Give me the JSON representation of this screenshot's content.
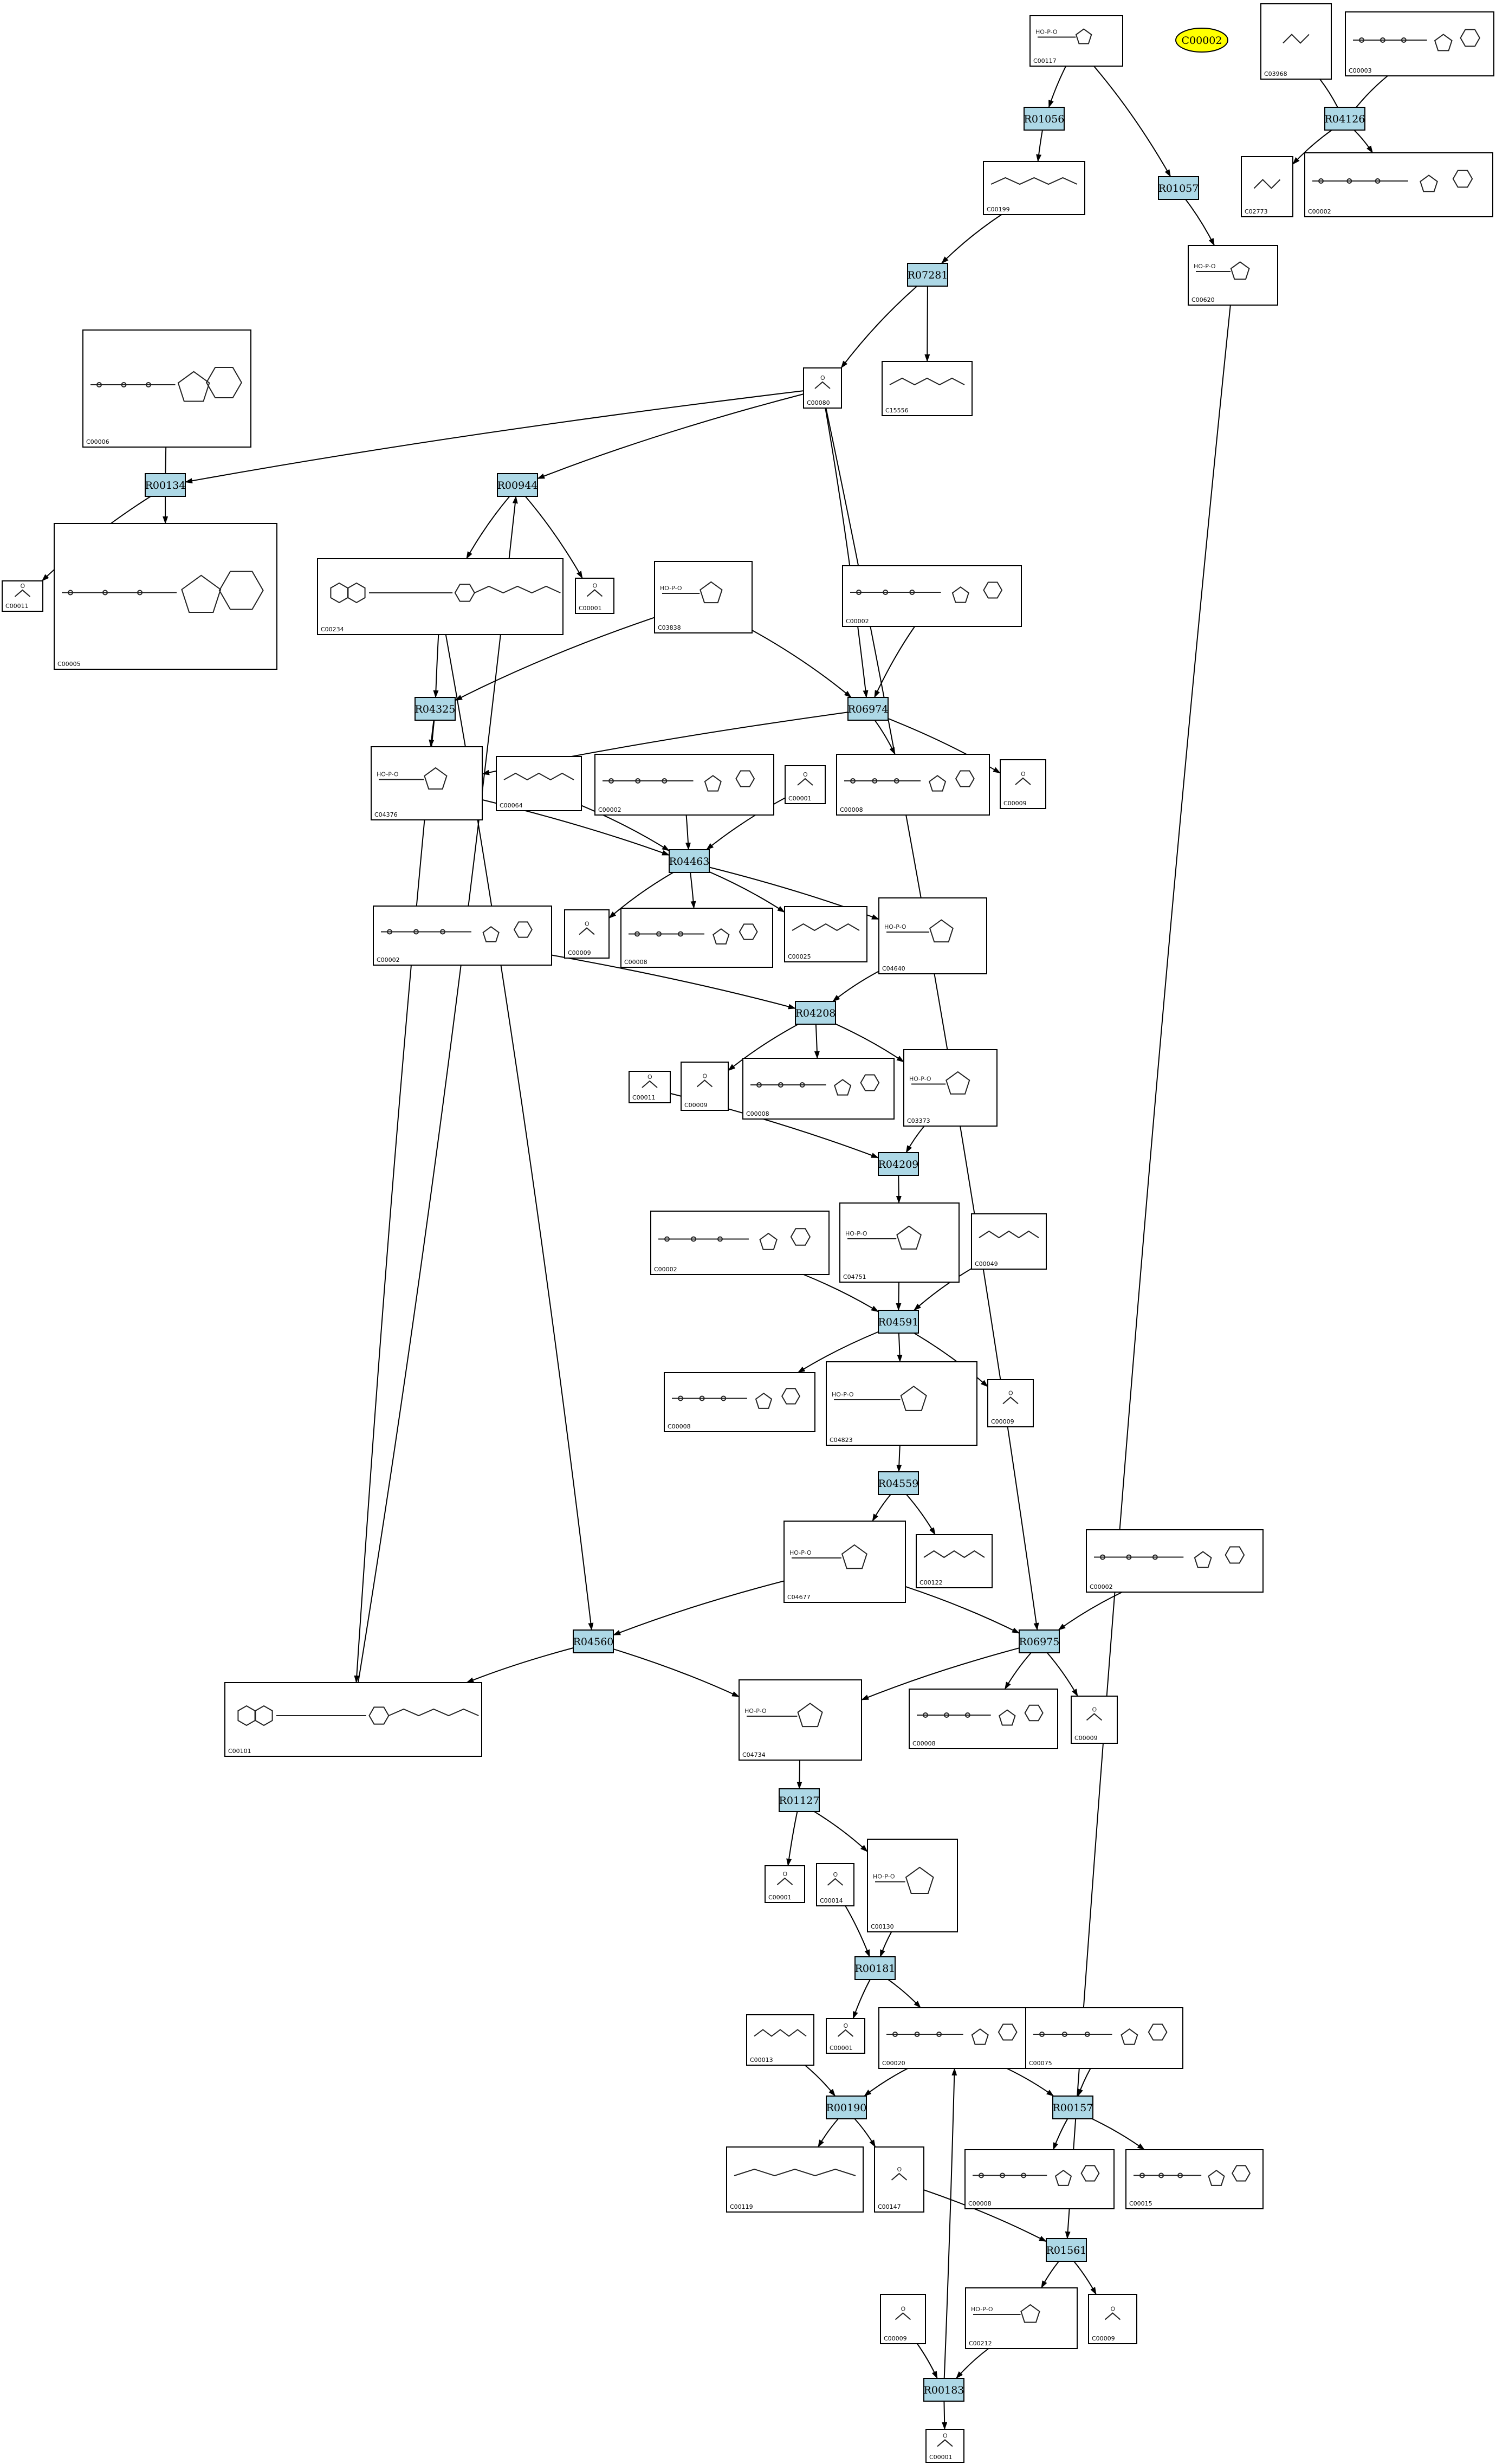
{
  "map_label": "C00002",
  "reactions": [
    {
      "id": "R01056",
      "label": "R01056"
    },
    {
      "id": "R01057",
      "label": "R01057"
    },
    {
      "id": "R04126",
      "label": "R04126"
    },
    {
      "id": "R07281",
      "label": "R07281"
    },
    {
      "id": "R00134",
      "label": "R00134"
    },
    {
      "id": "R00944",
      "label": "R00944"
    },
    {
      "id": "R04325",
      "label": "R04325"
    },
    {
      "id": "R06974",
      "label": "R06974"
    },
    {
      "id": "R04463",
      "label": "R04463"
    },
    {
      "id": "R04208",
      "label": "R04208"
    },
    {
      "id": "R04209",
      "label": "R04209"
    },
    {
      "id": "R04591",
      "label": "R04591"
    },
    {
      "id": "R04559",
      "label": "R04559"
    },
    {
      "id": "R04560",
      "label": "R04560"
    },
    {
      "id": "R06975",
      "label": "R06975"
    },
    {
      "id": "R01127",
      "label": "R01127"
    },
    {
      "id": "R00181",
      "label": "R00181"
    },
    {
      "id": "R00190",
      "label": "R00190"
    },
    {
      "id": "R00157",
      "label": "R00157"
    },
    {
      "id": "R01561",
      "label": "R01561"
    },
    {
      "id": "R00183",
      "label": "R00183"
    }
  ],
  "compounds": [
    {
      "id": "c_C00117",
      "label": "C00117"
    },
    {
      "id": "c_C03968",
      "label": "C03968"
    },
    {
      "id": "c_C00003_top",
      "label": "C00003"
    },
    {
      "id": "c_C00199",
      "label": "C00199"
    },
    {
      "id": "c_C02773",
      "label": "C02773"
    },
    {
      "id": "c_C00002_top",
      "label": "C00002"
    },
    {
      "id": "c_C00620",
      "label": "C00620"
    },
    {
      "id": "c_C00006",
      "label": "C00006"
    },
    {
      "id": "c_C00080",
      "label": "C00080"
    },
    {
      "id": "c_C15556",
      "label": "C15556"
    },
    {
      "id": "c_C00011_a",
      "label": "C00011"
    },
    {
      "id": "c_C00005",
      "label": "C00005"
    },
    {
      "id": "c_C00234",
      "label": "C00234"
    },
    {
      "id": "c_C00001_a",
      "label": "C00001"
    },
    {
      "id": "c_C03838",
      "label": "C03838"
    },
    {
      "id": "c_C00002_b",
      "label": "C00002"
    },
    {
      "id": "c_C04376",
      "label": "C04376"
    },
    {
      "id": "c_C00064",
      "label": "C00064"
    },
    {
      "id": "c_C00002_c",
      "label": "C00002"
    },
    {
      "id": "c_C00001_b",
      "label": "C00001"
    },
    {
      "id": "c_C00008_a",
      "label": "C00008"
    },
    {
      "id": "c_C00009_a",
      "label": "C00009"
    },
    {
      "id": "c_C00002_d",
      "label": "C00002"
    },
    {
      "id": "c_C00009_b",
      "label": "C00009"
    },
    {
      "id": "c_C00008_b",
      "label": "C00008"
    },
    {
      "id": "c_C00025",
      "label": "C00025"
    },
    {
      "id": "c_C04640",
      "label": "C04640"
    },
    {
      "id": "c_C00009_c",
      "label": "C00009"
    },
    {
      "id": "c_C00008_c",
      "label": "C00008"
    },
    {
      "id": "c_C03373",
      "label": "C03373"
    },
    {
      "id": "c_C00011_b",
      "label": "C00011"
    },
    {
      "id": "c_C00002_e",
      "label": "C00002"
    },
    {
      "id": "c_C04751",
      "label": "C04751"
    },
    {
      "id": "c_C00049",
      "label": "C00049"
    },
    {
      "id": "c_C00008_d",
      "label": "C00008"
    },
    {
      "id": "c_C04823",
      "label": "C04823"
    },
    {
      "id": "c_C00009_d",
      "label": "C00009"
    },
    {
      "id": "c_C04677",
      "label": "C04677"
    },
    {
      "id": "c_C00122",
      "label": "C00122"
    },
    {
      "id": "c_C00002_f",
      "label": "C00002"
    },
    {
      "id": "c_C00101",
      "label": "C00101"
    },
    {
      "id": "c_C04734",
      "label": "C04734"
    },
    {
      "id": "c_C00008_e",
      "label": "C00008"
    },
    {
      "id": "c_C00009_e",
      "label": "C00009"
    },
    {
      "id": "c_C00001_c",
      "label": "C00001"
    },
    {
      "id": "c_C00014",
      "label": "C00014"
    },
    {
      "id": "c_C00130",
      "label": "C00130"
    },
    {
      "id": "c_C00013",
      "label": "C00013"
    },
    {
      "id": "c_C00001_d",
      "label": "C00001"
    },
    {
      "id": "c_C00020",
      "label": "C00020"
    },
    {
      "id": "c_C00075",
      "label": "C00075"
    },
    {
      "id": "c_C00119",
      "label": "C00119"
    },
    {
      "id": "c_C00147",
      "label": "C00147"
    },
    {
      "id": "c_C00008_f",
      "label": "C00008"
    },
    {
      "id": "c_C00015",
      "label": "C00015"
    },
    {
      "id": "c_C00212",
      "label": "C00212"
    },
    {
      "id": "c_C00009_f",
      "label": "C00009"
    },
    {
      "id": "c_C00009_g",
      "label": "C00009"
    },
    {
      "id": "c_C00001_e",
      "label": "C00001"
    }
  ]
}
